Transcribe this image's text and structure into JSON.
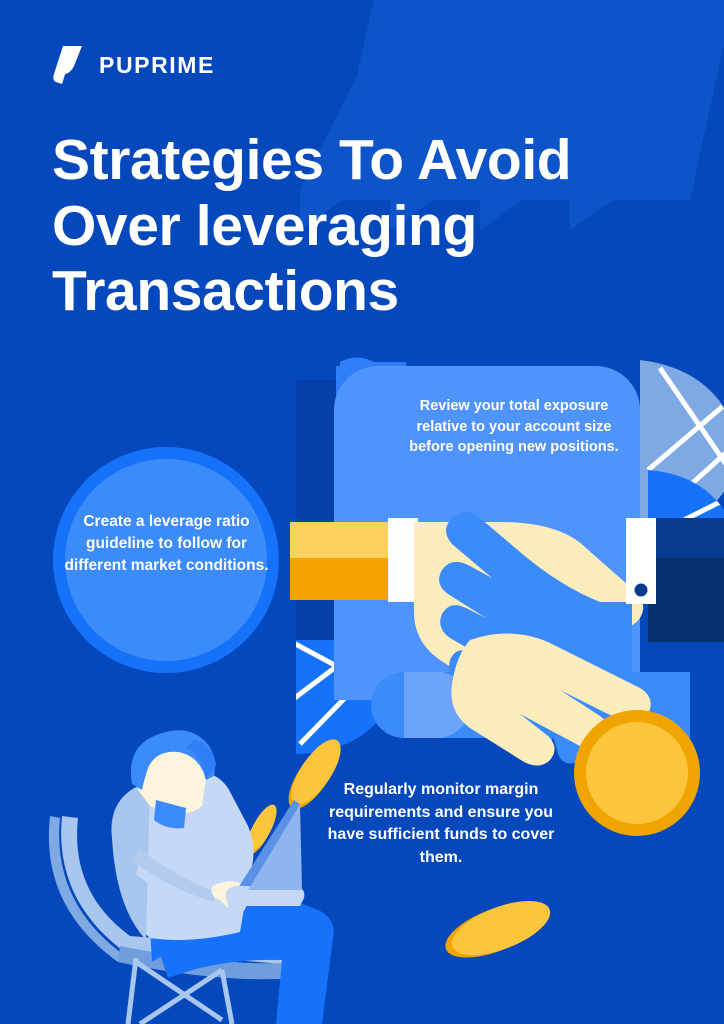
{
  "brand": {
    "name": "PUPRIME",
    "logo_icon": "puprime-p-mark-icon",
    "primary_blue": "#0548bc",
    "light_blue": "#3b8bfb",
    "mid_blue": "#2176f7",
    "pale_blue": "#7fa9e3",
    "dark_navy": "#073075",
    "deep_navy": "#0a2d6e",
    "gold": "#fcc53c",
    "gold_dark": "#f0a400",
    "cream": "#fdedbd",
    "white": "#ffffff"
  },
  "title": {
    "line1": "Strategies To Avoid",
    "line2": "Over leveraging",
    "line3": "Transactions"
  },
  "callouts": {
    "review": "Review your total exposure relative to your account size before opening new positions.",
    "leverage": "Create a leverage ratio guideline to follow for different market conditions.",
    "margin": "Regularly monitor margin requirements and ensure you have sufficient funds to cover them."
  },
  "illustration": {
    "handshake_icon": "handshake-icon",
    "person_laptop_icon": "person-with-laptop-icon",
    "coin_large_icon": "gold-coin-icon",
    "coins_falling_icon": "falling-coins-icon",
    "leaf_icon": "leaf-icon",
    "chair_icon": "chair-icon"
  }
}
